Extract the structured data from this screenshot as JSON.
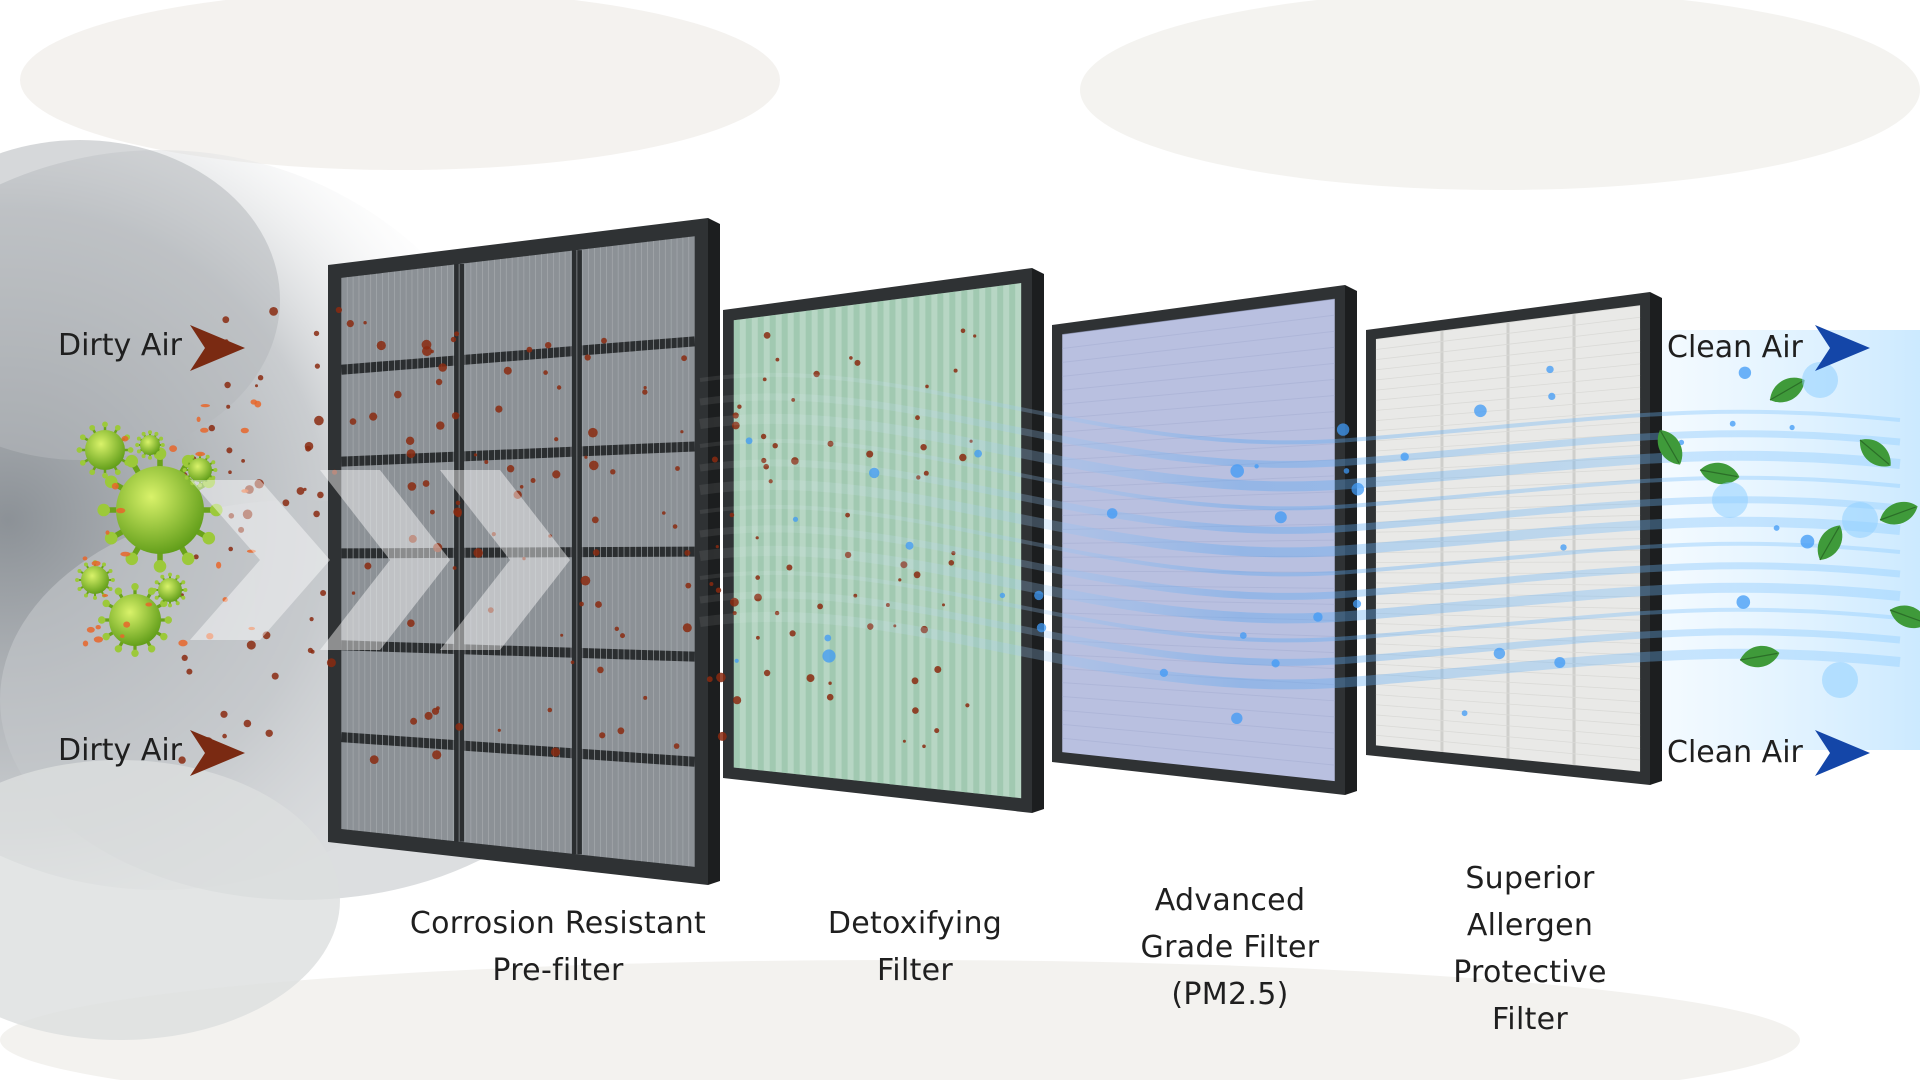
{
  "inputs": {
    "top_label": "Dirty Air",
    "bottom_label": "Dirty Air",
    "arrow_color": "#7a2a12"
  },
  "outputs": {
    "top_label": "Clean Air",
    "bottom_label": "Clean Air",
    "arrow_color": "#1446a8"
  },
  "filters": [
    {
      "id": "pre-filter",
      "lines": [
        "Corrosion Resistant",
        "Pre-filter"
      ],
      "fill": "#8c9196",
      "pattern": "grid"
    },
    {
      "id": "detox-filter",
      "lines": [
        "Detoxifying",
        "Filter"
      ],
      "fill": "#b7d6c4",
      "pattern": "pleats"
    },
    {
      "id": "pm25-filter",
      "lines": [
        "Advanced",
        "Grade Filter",
        "(PM2.5)"
      ],
      "fill": "#b9c0e0",
      "pattern": "plain"
    },
    {
      "id": "allergen-filter",
      "lines": [
        "Superior",
        "Allergen",
        "Protective",
        "Filter"
      ],
      "fill": "#e9e9e7",
      "pattern": "panels"
    }
  ],
  "icons": {
    "germ": "virus-icon",
    "leaf": "leaf-icon",
    "arrow": "chevron-arrow-icon"
  },
  "colors": {
    "smoke": "#9ea3a8",
    "airflow": "#5aa6f0",
    "particles": "#8a2a10",
    "frame": "#2f3234"
  }
}
